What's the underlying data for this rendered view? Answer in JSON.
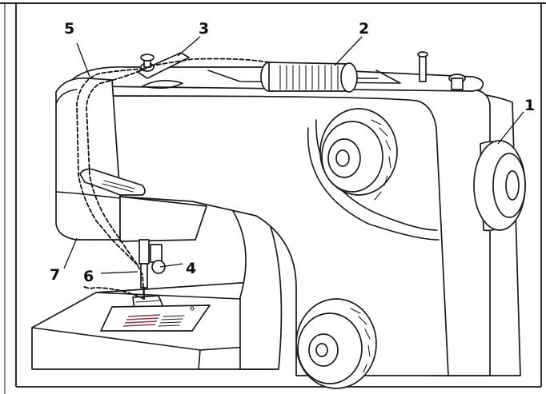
{
  "diagram": {
    "callouts": [
      {
        "id": "1",
        "text": "1"
      },
      {
        "id": "2",
        "text": "2"
      },
      {
        "id": "3",
        "text": "3"
      },
      {
        "id": "4",
        "text": "4"
      },
      {
        "id": "5",
        "text": "5"
      },
      {
        "id": "6",
        "text": "6"
      },
      {
        "id": "7",
        "text": "7"
      }
    ],
    "colors": {
      "line": "#1a1a1a",
      "thread": "#111111",
      "border": "#222222",
      "needle_plate_marks": "#8a3a4a"
    }
  }
}
